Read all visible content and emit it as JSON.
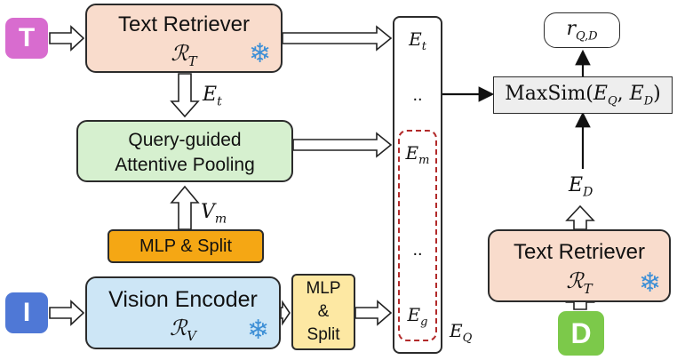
{
  "inputs": {
    "text": {
      "letter": "T",
      "color": "#d86ccf"
    },
    "image": {
      "letter": "I",
      "color": "#4f78d6"
    },
    "document": {
      "letter": "D",
      "color": "#7cc94a"
    }
  },
  "modules": {
    "text_retriever_top": {
      "title": "Text Retriever",
      "symbol": "ℛ",
      "sub": "T",
      "color": "#f9dccc"
    },
    "attentive_pooling": {
      "line1": "Query-guided",
      "line2": "Attentive Pooling",
      "color": "#d6f0cf"
    },
    "mlp_split_left": {
      "label": "MLP & Split",
      "color": "#f5a714"
    },
    "vision_encoder": {
      "title": "Vision Encoder",
      "symbol": "ℛ",
      "sub": "V",
      "color": "#cde6f6"
    },
    "mlp_split_right": {
      "line1": "MLP",
      "line2": "&",
      "line3": "Split",
      "color": "#fde8a3"
    },
    "maxsim": {
      "text": "MaxSim(",
      "arg1": "E",
      "arg1_sub": "Q",
      "sep": ", ",
      "arg2": "E",
      "arg2_sub": "D",
      "close": ")",
      "color": "#eeeeee"
    },
    "score": {
      "symbol": "r",
      "sub": "Q,D"
    },
    "text_retriever_bottom": {
      "title": "Text Retriever",
      "symbol": "ℛ",
      "sub": "T",
      "color": "#f9dccc"
    }
  },
  "embeddings": {
    "e_t": {
      "symbol": "E",
      "sub": "t"
    },
    "dots1": "..",
    "e_m": {
      "symbol": "E",
      "sub": "m"
    },
    "dots2": "..",
    "e_g": {
      "symbol": "E",
      "sub": "g"
    },
    "e_q": {
      "symbol": "E",
      "sub": "Q"
    }
  },
  "edge_labels": {
    "e_t": {
      "symbol": "E",
      "sub": "t"
    },
    "v_m": {
      "symbol": "V",
      "sub": "m"
    },
    "e_d": {
      "symbol": "E",
      "sub": "D"
    }
  },
  "icons": {
    "frozen": "snowflake-icon"
  }
}
